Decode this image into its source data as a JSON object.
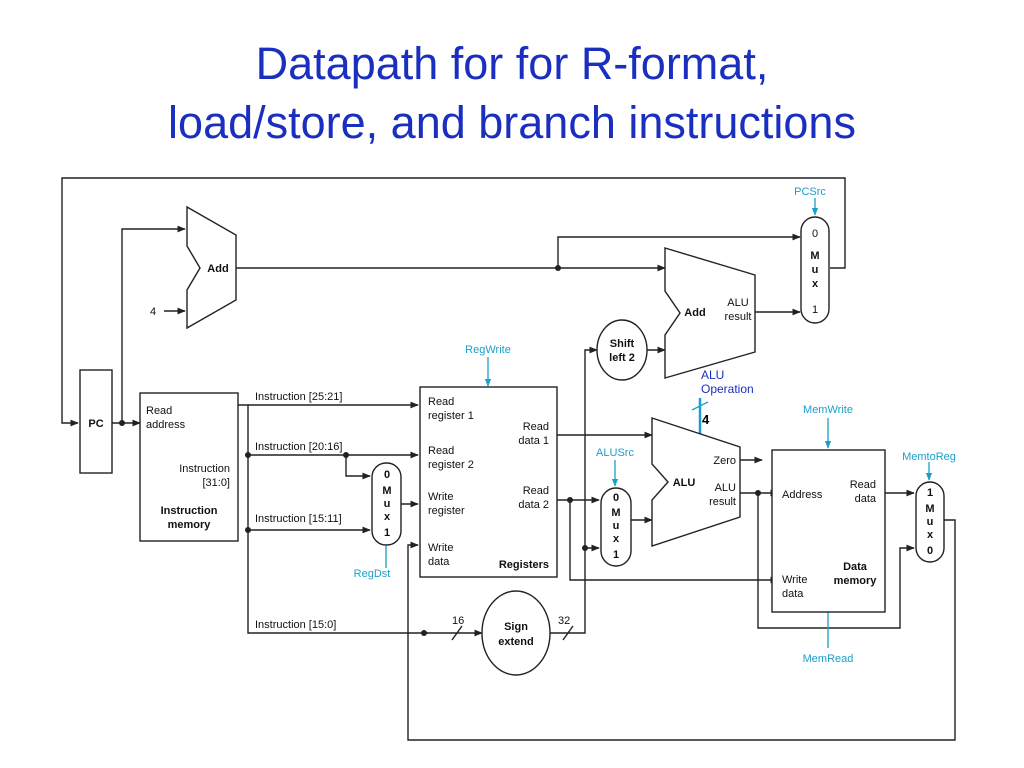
{
  "title": {
    "line1": "Datapath for for R-format,",
    "line2": "load/store, and branch instructions"
  },
  "components": {
    "pc": "PC",
    "add_pc": "Add",
    "const4": "4",
    "add_branch": "Add",
    "add_branch_result1": "ALU",
    "add_branch_result2": "result",
    "shift1": "Shift",
    "shift2": "left 2",
    "im_read1": "Read",
    "im_read2": "address",
    "im_instr1": "Instruction",
    "im_instr2": "[31:0]",
    "im_name1": "Instruction",
    "im_name2": "memory",
    "reg_rr1a": "Read",
    "reg_rr1b": "register 1",
    "reg_rr2a": "Read",
    "reg_rr2b": "register 2",
    "reg_wra": "Write",
    "reg_wrb": "register",
    "reg_wda": "Write",
    "reg_wdb": "data",
    "reg_rd1a": "Read",
    "reg_rd1b": "data 1",
    "reg_rd2a": "Read",
    "reg_rd2b": "data 2",
    "reg_name": "Registers",
    "sign1": "Sign",
    "sign2": "extend",
    "alu": "ALU",
    "alu_zero": "Zero",
    "alu_result1": "ALU",
    "alu_result2": "result",
    "dm_addr": "Address",
    "dm_rda": "Read",
    "dm_rdb": "data",
    "dm_wda": "Write",
    "dm_wdb": "data",
    "dm_name1": "Data",
    "dm_name2": "memory"
  },
  "instruction_fields": {
    "f1": "Instruction [25:21]",
    "f2": "Instruction [20:16]",
    "f3": "Instruction [15:11]",
    "f4": "Instruction [15:0]"
  },
  "bus_widths": {
    "in": "16",
    "out": "32"
  },
  "mux_labels": {
    "top": "0",
    "letters": [
      "M",
      "u",
      "x"
    ],
    "bottom": "1",
    "memtoreg_top": "1",
    "memtoreg_bottom": "0"
  },
  "control_signals": {
    "pcsrc": "PCSrc",
    "regwrite": "RegWrite",
    "regdst": "RegDst",
    "alusrc": "ALUSrc",
    "memwrite": "MemWrite",
    "memtoreg": "MemtoReg",
    "memread": "MemRead"
  },
  "alu_operation": {
    "label1": "ALU",
    "label2": "Operation",
    "width": "4"
  },
  "colors": {
    "title": "#1a2fbf",
    "control": "#1b9fc8",
    "wire": "#222222"
  }
}
